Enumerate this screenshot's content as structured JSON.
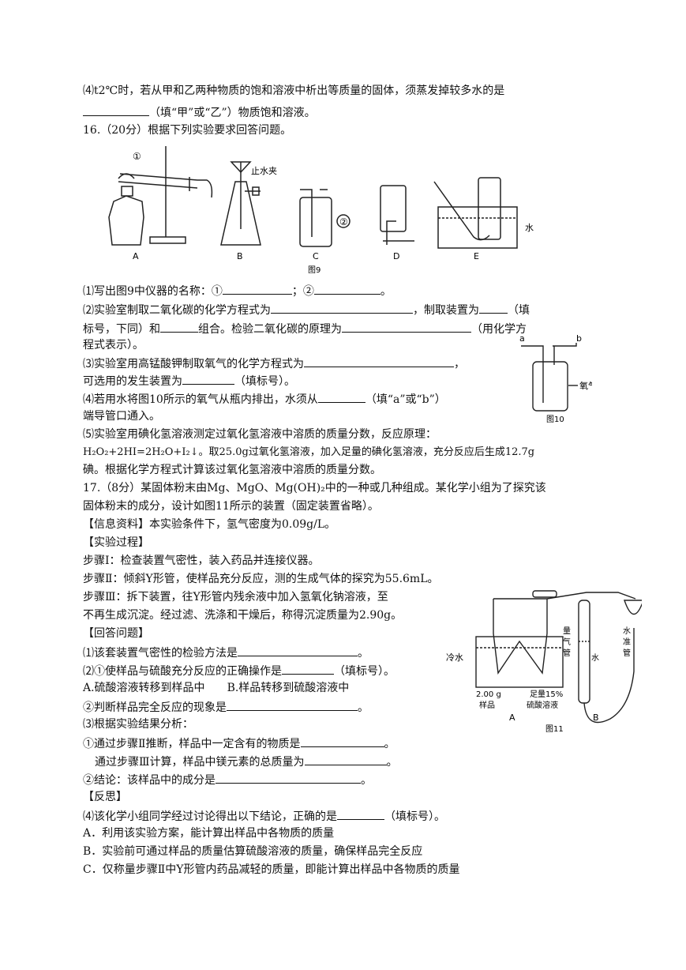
{
  "q15_4": {
    "line1": "⑷t2℃时，若从甲和乙两种物质的饱和溶液中析出等质量的固体，须蒸发掉较多水的是",
    "line2": "（填“甲”或“乙”）物质饱和溶液。"
  },
  "q16": {
    "title": "16.（20分）根据下列实验要求回答问题。",
    "fig9": {
      "caption": "图9",
      "labels": {
        "A": "A",
        "B": "B",
        "C": "C",
        "D": "D",
        "E": "E",
        "c1": "①",
        "c2": "②",
        "clamp": "止水夹",
        "water": "水"
      }
    },
    "p1": {
      "a": "⑴写出图9中仪器的名称：①",
      "b": "；②",
      "c": "。"
    },
    "p2": {
      "a": "⑵实验室制取二氧化碳的化学方程式为",
      "b": "，制取装置为",
      "c": "（填",
      "d": "标号，下同）和",
      "e": "组合。检验二氧化碳的原理为",
      "f": "（用化学方",
      "g": "程式表示）。"
    },
    "p3": {
      "a": "⑶实验室用高锰酸钾制取氧气的化学方程式为",
      "b": "，",
      "c": "可选用的发生装置为",
      "d": "（填标号）。"
    },
    "p4": {
      "a": "⑷若用水将图10所示的氧气从瓶内排出，水须从",
      "b": "（填“a”或“b”）",
      "c": "端导管口通入。"
    },
    "fig10": {
      "caption": "图10",
      "a": "a",
      "b": "b",
      "gas": "氧气"
    },
    "p5": {
      "a": "⑸实验室用碘化氢溶液测定过氧化氢溶液中溶质的质量分数，反应原理：",
      "b": "H₂O₂+2HI=2H₂O+I₂↓。取25.0g过氧化氢溶液，加入足量的碘化氢溶液，充分反应后生成12.7g",
      "c": "碘。根据化学方程式计算该过氧化氢溶液中溶质的质量分数。"
    }
  },
  "q17": {
    "intro1": "17.（8分）某固体粉末由Mg、MgO、Mg(OH)₂中的一种或几种组成。某化学小组为了探究该",
    "intro2": "固体粉末的成分，设计如图11所示的装置（固定装置省略）。",
    "info": "【信息资料】本实验条件下，氢气密度为0.09g/L。",
    "process": "【实验过程】",
    "step1": "步骤Ⅰ：检查装置气密性，装入药品并连接仪器。",
    "step2": "步骤Ⅱ：倾斜Y形管，使样品充分反应，测的生成气体的探究为55.6mL。",
    "step3a": "步骤Ⅲ：拆下装置，往Y形管内残余液中加入氢氧化钠溶液，至",
    "step3b": "不再生成沉淀。经过滤、洗涤和干燥后，称得沉淀质量为2.90g。",
    "answer": "【回答问题】",
    "a1": {
      "a": "⑴该套装置气密性的检验方法是",
      "b": "。"
    },
    "a2": {
      "a": "⑵①使样品与硫酸充分反应的正确操作是",
      "b": "（填标号）。"
    },
    "a2opts": {
      "A": "A.硫酸溶液转移到样品中",
      "B": "B.样品转移到硫酸溶液中"
    },
    "a2b": {
      "a": "②判断样品完全反应的现象是",
      "b": "。"
    },
    "a3": "⑶根据实验结果分析：",
    "a3_1": {
      "a": "①通过步骤Ⅱ推断，样品中一定含有的物质是",
      "b": "。"
    },
    "a3_2": {
      "a": "通过步骤Ⅲ计算，样品中镁元素的总质量为",
      "b": "。"
    },
    "a3_3": {
      "a": "②结论：该样品中的成分是",
      "b": "。"
    },
    "reflect": "【反思】",
    "a4": {
      "a": "⑷该化学小组同学经过讨论得出以下结论，正确的是",
      "b": "（填标号）。"
    },
    "optA": "A．利用该实验方案，能计算出样品中各物质的质量",
    "optB": "B．实验前可通过样品的质量估算硫酸溶液的质量，确保样品完全反应",
    "optC": "C．仅称量步骤Ⅱ中Y形管内药品减轻的质量，即能计算出样品中各物质的质量",
    "fig11": {
      "caption": "图11",
      "cold": "冷水",
      "sample": "2.00 g",
      "sampleLbl": "样品",
      "acid1": "足量15%",
      "acid2": "硫酸溶液",
      "burette1": "量",
      "burette2": "气",
      "burette3": "管",
      "water": "水",
      "level1": "水",
      "level2": "准",
      "level3": "管",
      "A": "A",
      "B": "B"
    }
  }
}
